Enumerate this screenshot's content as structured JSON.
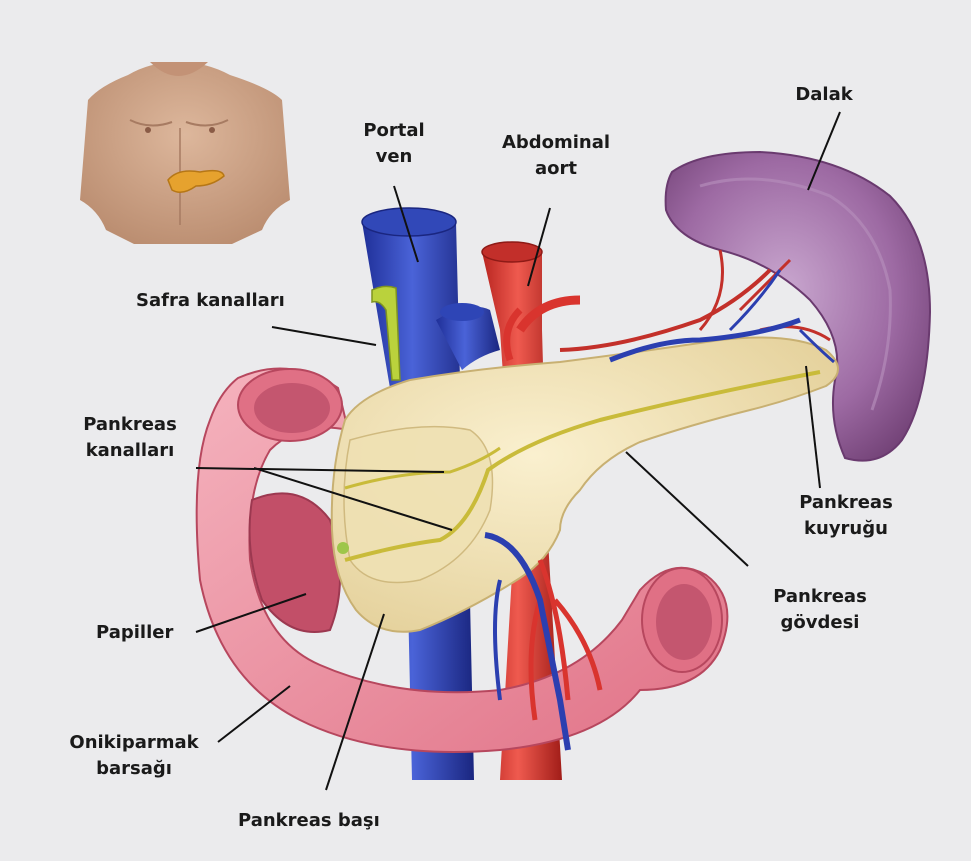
{
  "labels": {
    "portal_ven": [
      "Portal",
      "ven"
    ],
    "abdominal_aort": [
      "Abdominal",
      "aort"
    ],
    "dalak": "Dalak",
    "safra_kanallari": "Safra kanalları",
    "pankreas_kanallari": [
      "Pankreas",
      "kanalları"
    ],
    "pankreas_kuyrugu": [
      "Pankreas",
      "kuyruğu"
    ],
    "pankreas_govdesi": [
      "Pankreas",
      "gövdesi"
    ],
    "papiller": "Papiller",
    "onikiparmak_barsagi": [
      "Onikiparmak",
      "barsağı"
    ],
    "pankreas_basi": "Pankreas başı"
  },
  "colors": {
    "background": "#ebebed",
    "vein": "#2b3fb0",
    "artery": "#d9342e",
    "pancreas": "#f1e3b4",
    "duodenum": "#e9879a",
    "spleen": "#8a4e8c",
    "bile_duct": "#b9cf3a",
    "skin": "#c9a085"
  },
  "icons": [
    "torso-inset-icon"
  ]
}
